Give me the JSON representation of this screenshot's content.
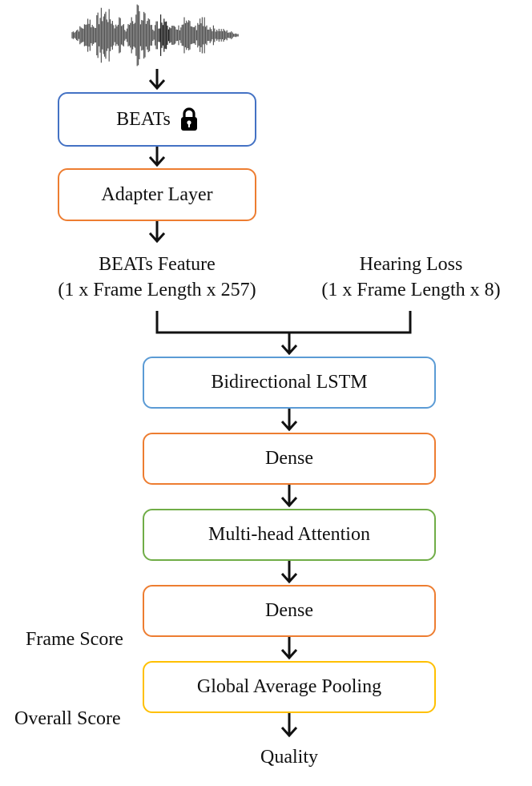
{
  "colors": {
    "blue": "#4472c4",
    "orange": "#ed7d31",
    "green": "#70ad47",
    "light_blue": "#5b9bd5",
    "yellow": "#ffc000"
  },
  "icons": {
    "waveform": "audio-waveform-icon",
    "lock": "lock-icon"
  },
  "nodes": {
    "beats": "BEATs",
    "adapter": "Adapter Layer",
    "beats_feature_line1": "BEATs Feature",
    "beats_feature_line2": "(1 x Frame Length x 257)",
    "hearing_loss_line1": "Hearing Loss",
    "hearing_loss_line2": "(1 x Frame Length x 8)",
    "bilstm": "Bidirectional LSTM",
    "dense1": "Dense",
    "mha": "Multi-head Attention",
    "dense2": "Dense",
    "gap": "Global Average Pooling",
    "quality": "Quality"
  },
  "labels": {
    "frame_score": "Frame Score",
    "overall_score": "Overall Score"
  }
}
